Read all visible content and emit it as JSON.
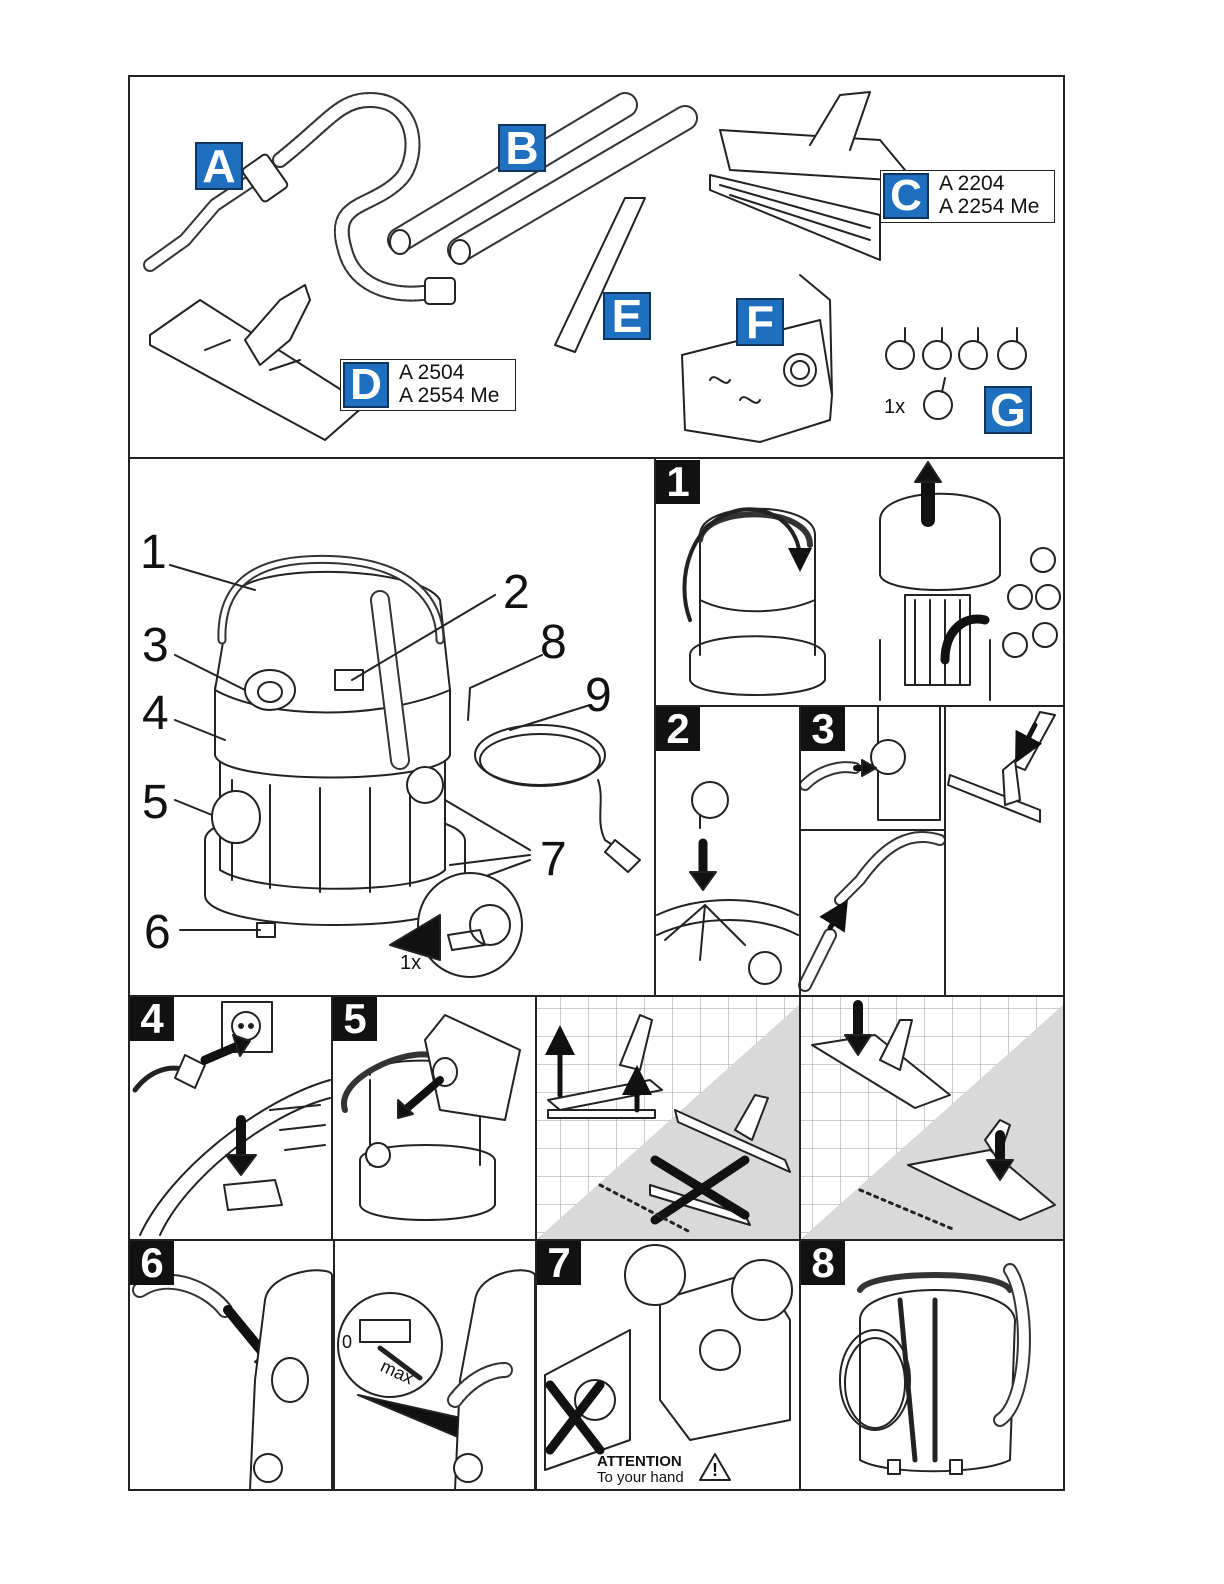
{
  "accessories": {
    "A": "A",
    "B": "B",
    "C": "C",
    "D": "D",
    "E": "E",
    "F": "F",
    "G": "G",
    "c_code1": "A 2204",
    "c_code2": "A 2254 Me",
    "d_code1": "A 2504",
    "d_code2": "A 2554 Me",
    "g_qty": "1x"
  },
  "overview": {
    "callouts": [
      "1",
      "2",
      "3",
      "4",
      "5",
      "6",
      "7",
      "8",
      "9"
    ],
    "castor_qty": "1x"
  },
  "steps": [
    "1",
    "2",
    "3",
    "4",
    "5",
    "6",
    "7",
    "8"
  ],
  "step6": {
    "dial_min": "0",
    "dial_max": "max"
  },
  "step7": {
    "attention_title": "ATTENTION",
    "attention_text": "To your hand",
    "warning_symbol": "!"
  },
  "colors": {
    "badge_blue": "#1f6fbf",
    "line": "#222222",
    "step_black": "#111111"
  }
}
